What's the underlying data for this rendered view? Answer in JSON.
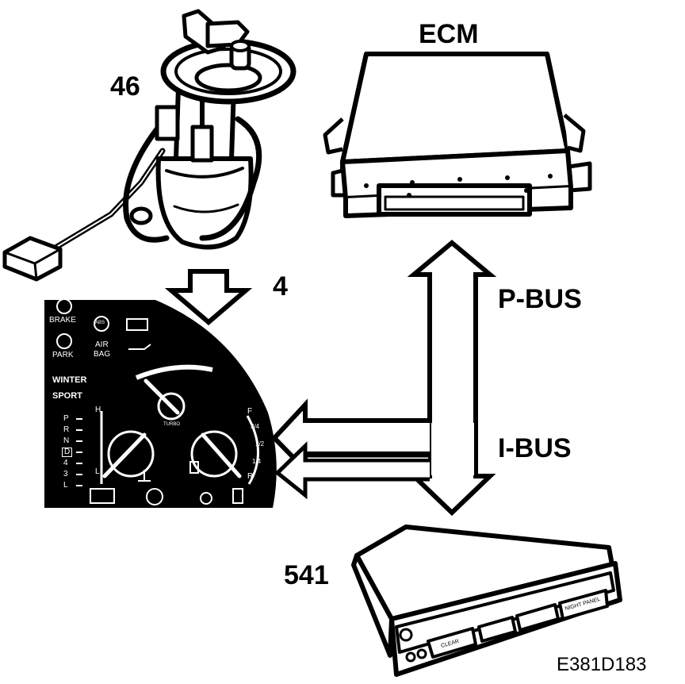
{
  "labels": {
    "fuel_pump": "46",
    "ecm": "ECM",
    "instrument_cluster": "4",
    "information_display": "541",
    "p_bus": "P-BUS",
    "i_bus": "I-BUS",
    "figure_code": "E381D183"
  },
  "cluster_text": {
    "brake": "BRAKE",
    "park": "PARK",
    "air": "AIR",
    "bag": "BAG",
    "abs": "ABS",
    "winter": "WINTER",
    "sport": "SPORT",
    "turbo": "TURBO",
    "temp_h": "H",
    "temp_l": "L",
    "fuel_f": "F",
    "fuel_r": "R",
    "fuel_34": "3/4",
    "fuel_12": "1/2",
    "fuel_14": "1/4",
    "gear_p": "P",
    "gear_r": "R",
    "gear_n": "N",
    "gear_d": "D",
    "gear_4": "4",
    "gear_3": "3",
    "gear_l": "L"
  },
  "display_text": {
    "clear": "CLEAR",
    "night_panel": "NIGHT PANEL"
  }
}
